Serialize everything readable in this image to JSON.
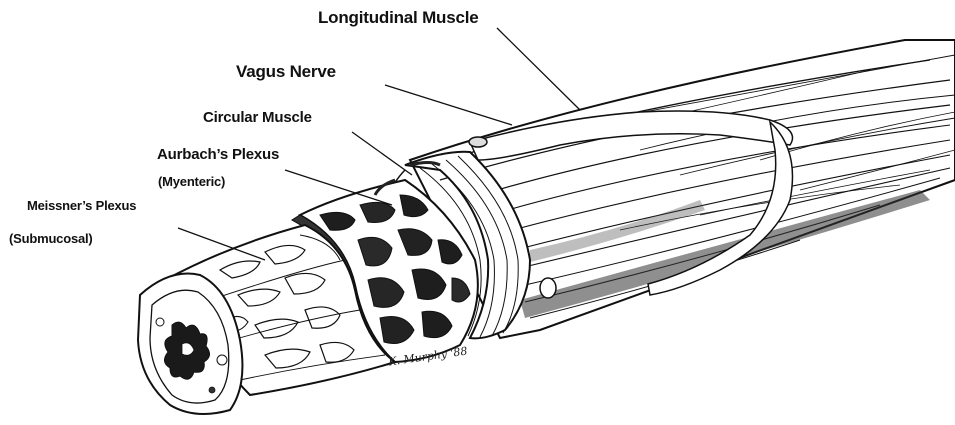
{
  "labels": {
    "longitudinal_muscle": "Longitudinal Muscle",
    "vagus_nerve": "Vagus Nerve",
    "circular_muscle": "Circular Muscle",
    "aurbachs_plexus": "Aurbach’s Plexus",
    "myenteric": "(Myenteric)",
    "meissners_plexus": "Meissner’s Plexus",
    "submucosal": "(Submucosal)"
  },
  "signature": "K. Murphy '88",
  "colors": {
    "ink": "#111111",
    "background": "#ffffff",
    "shade": "#2a2a2a"
  }
}
